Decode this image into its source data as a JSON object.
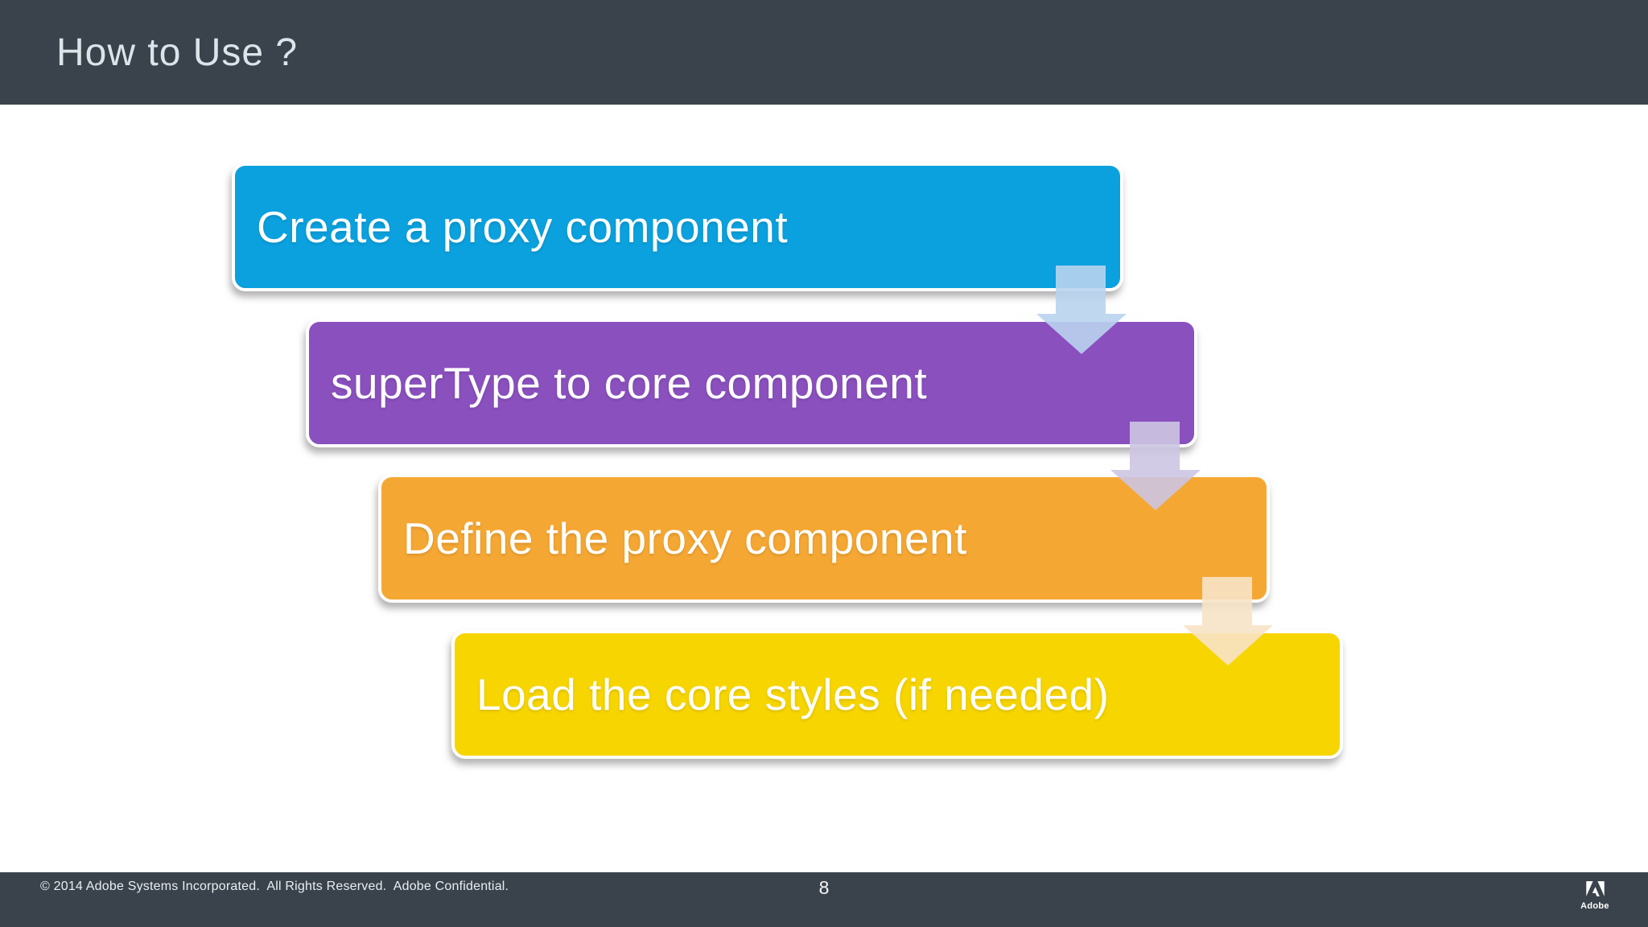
{
  "slide": {
    "title": "How to Use ?",
    "page_number": "8"
  },
  "diagram": {
    "type": "process-flow",
    "steps": [
      {
        "label": "Create a proxy component",
        "color": "#0BA1DE"
      },
      {
        "label": "superType to core component",
        "color": "#8A50BE"
      },
      {
        "label": "Define the proxy component",
        "color": "#F5A733"
      },
      {
        "label": "Load the core styles (if needed)",
        "color": "#F7D500"
      }
    ],
    "arrows": [
      {
        "color": "#B9D3EE"
      },
      {
        "color": "#CCC5E2"
      },
      {
        "color": "#F7E3C6"
      }
    ]
  },
  "footer": {
    "copyright": "© 2014 Adobe Systems Incorporated.  All Rights Reserved.  Adobe Confidential.",
    "brand": "Adobe"
  },
  "theme": {
    "header_bg": "#3A434B",
    "footer_bg": "#3A434B",
    "title_color": "#DCE4EA",
    "body_bg": "#FFFFFF"
  }
}
